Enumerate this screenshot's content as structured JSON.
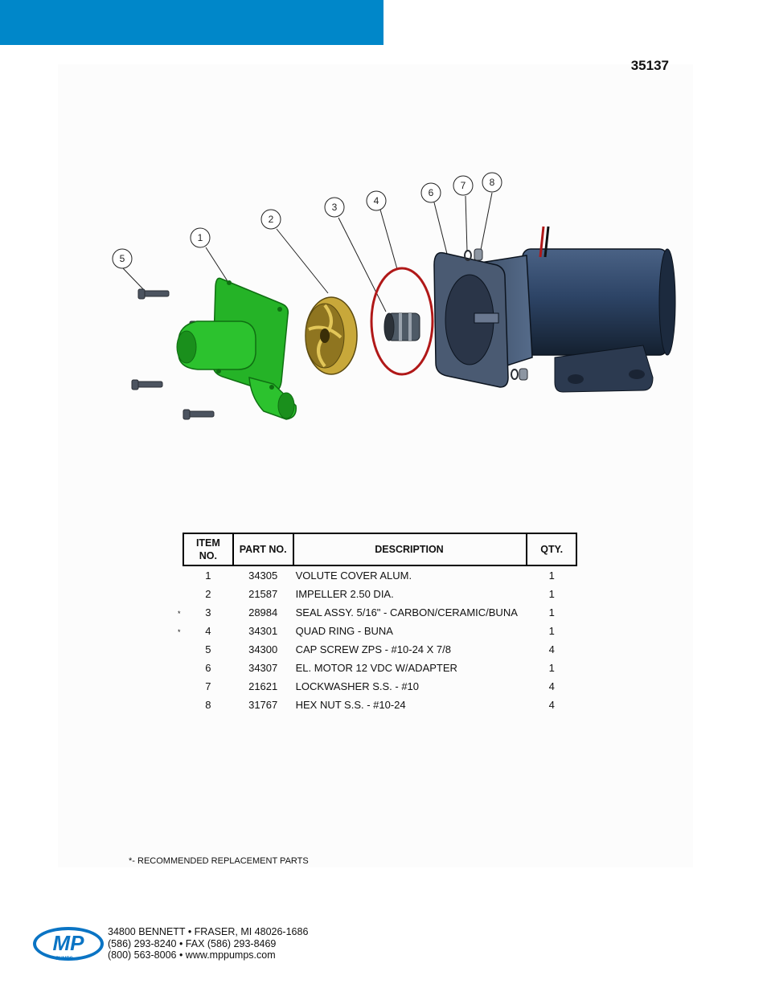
{
  "header": {
    "part_number": "35137"
  },
  "diagram": {
    "callouts": [
      "1",
      "2",
      "3",
      "4",
      "5",
      "6",
      "7",
      "8"
    ],
    "colors": {
      "volute": "#22b424",
      "impeller": "#b59a2a",
      "motor": "#2a3d5e",
      "oring": "#b01818"
    }
  },
  "table": {
    "headers": {
      "item_l1": "ITEM",
      "item_l2": "NO.",
      "part": "PART NO.",
      "desc": "DESCRIPTION",
      "qty": "QTY."
    },
    "rows": [
      {
        "mark": "",
        "item": "1",
        "part": "34305",
        "desc": "VOLUTE COVER ALUM.",
        "qty": "1"
      },
      {
        "mark": "",
        "item": "2",
        "part": "21587",
        "desc": "IMPELLER 2.50 DIA.",
        "qty": "1"
      },
      {
        "mark": "*",
        "item": "3",
        "part": "28984",
        "desc": "SEAL ASSY.  5/16\" - CARBON/CERAMIC/BUNA",
        "qty": "1"
      },
      {
        "mark": "*",
        "item": "4",
        "part": "34301",
        "desc": "QUAD RING - BUNA",
        "qty": "1"
      },
      {
        "mark": "",
        "item": "5",
        "part": "34300",
        "desc": "CAP SCREW ZPS - #10-24 X 7/8",
        "qty": "4"
      },
      {
        "mark": "",
        "item": "6",
        "part": "34307",
        "desc": "EL. MOTOR  12 VDC W/ADAPTER",
        "qty": "1"
      },
      {
        "mark": "",
        "item": "7",
        "part": "21621",
        "desc": "LOCKWASHER S.S. - #10",
        "qty": "4"
      },
      {
        "mark": "",
        "item": "8",
        "part": "31767",
        "desc": "HEX NUT S.S. - #10-24",
        "qty": "4"
      }
    ]
  },
  "footnote": "*- RECOMMENDED REPLACEMENT PARTS",
  "footer": {
    "logo_text": "MP",
    "logo_sub": "PUMPS",
    "address": "34800 BENNETT • FRASER, MI 48026-1686",
    "phone": "(586) 293-8240 • FAX (586) 293-8469",
    "tollfree": "(800) 563-8006 • www.mppumps.com"
  }
}
